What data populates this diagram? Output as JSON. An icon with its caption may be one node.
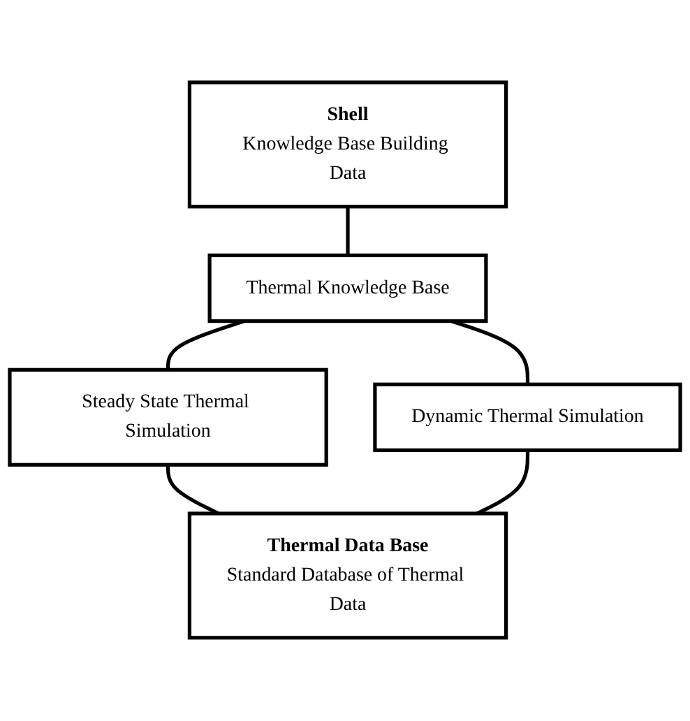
{
  "diagram": {
    "nodes": [
      {
        "text": [
          "Shell",
          "Knowledge Base Building Data"
        ]
      },
      {
        "text": [
          "Thermal Knowledge Base"
        ]
      },
      {
        "text": [
          "Steady State Thermal Simulation"
        ]
      },
      {
        "text": [
          "Dynamic Thermal Simulation"
        ]
      },
      {
        "text": [
          "Thermal Data Base",
          "Standard Database of Thermal Data"
        ]
      }
    ],
    "edges": [
      {
        "from": 0,
        "to": 1,
        "arrow": "none"
      },
      {
        "from": 1,
        "to": 2,
        "arrow": "none"
      },
      {
        "from": 1,
        "to": 3,
        "arrow": "none"
      },
      {
        "from": 2,
        "to": 4,
        "arrow": "none"
      },
      {
        "from": 3,
        "to": 4,
        "arrow": "none"
      }
    ]
  }
}
